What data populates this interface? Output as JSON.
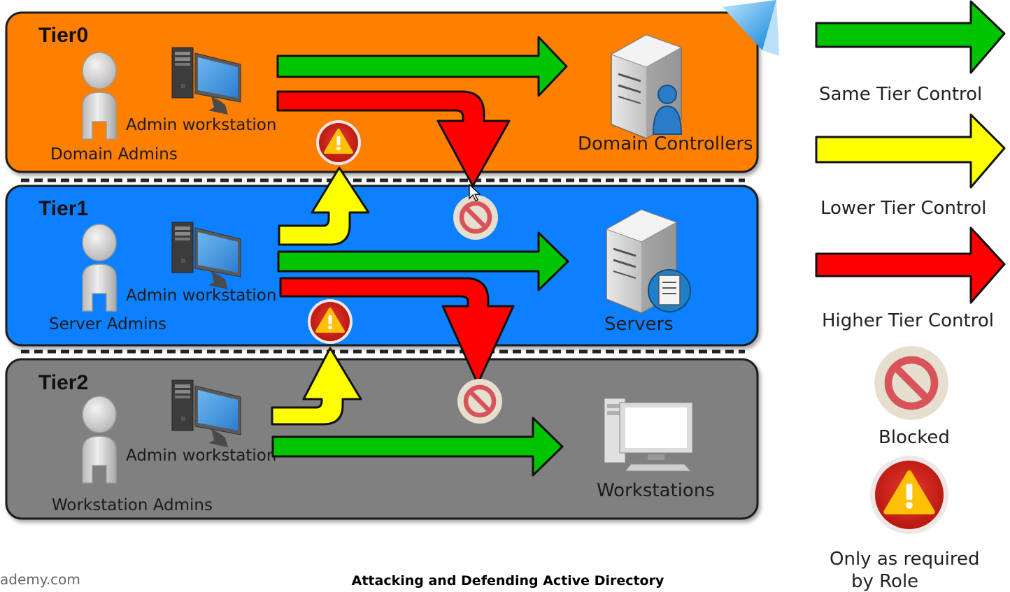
{
  "tiers": [
    {
      "title": "Tier0",
      "admin_label": "Domain Admins",
      "workstation_label": "Admin workstation",
      "target_label": "Domain Controllers",
      "color": "#ff7f00"
    },
    {
      "title": "Tier1",
      "admin_label": "Server Admins",
      "workstation_label": "Admin workstation",
      "target_label": "Servers",
      "color": "#0b80ff"
    },
    {
      "title": "Tier2",
      "admin_label": "Workstation Admins",
      "workstation_label": "Admin workstation",
      "target_label": "Workstations",
      "color": "#808080"
    }
  ],
  "legend": {
    "same_tier": "Same Tier Control",
    "lower_tier": "Lower Tier Control",
    "higher_tier": "Higher Tier Control",
    "blocked": "Blocked",
    "required_line1": "Only as required",
    "required_line2": "by Role"
  },
  "colors": {
    "same_tier_arrow": "#00c400",
    "lower_tier_arrow": "#ffff00",
    "higher_tier_arrow": "#ff0000"
  },
  "icons": [
    "person-icon",
    "admin-workstation-icon",
    "server-icon",
    "desktop-icon",
    "warning-icon",
    "blocked-icon"
  ],
  "footer": {
    "left_url": "ademy.com",
    "title": "Attacking and Defending Active Directory"
  }
}
